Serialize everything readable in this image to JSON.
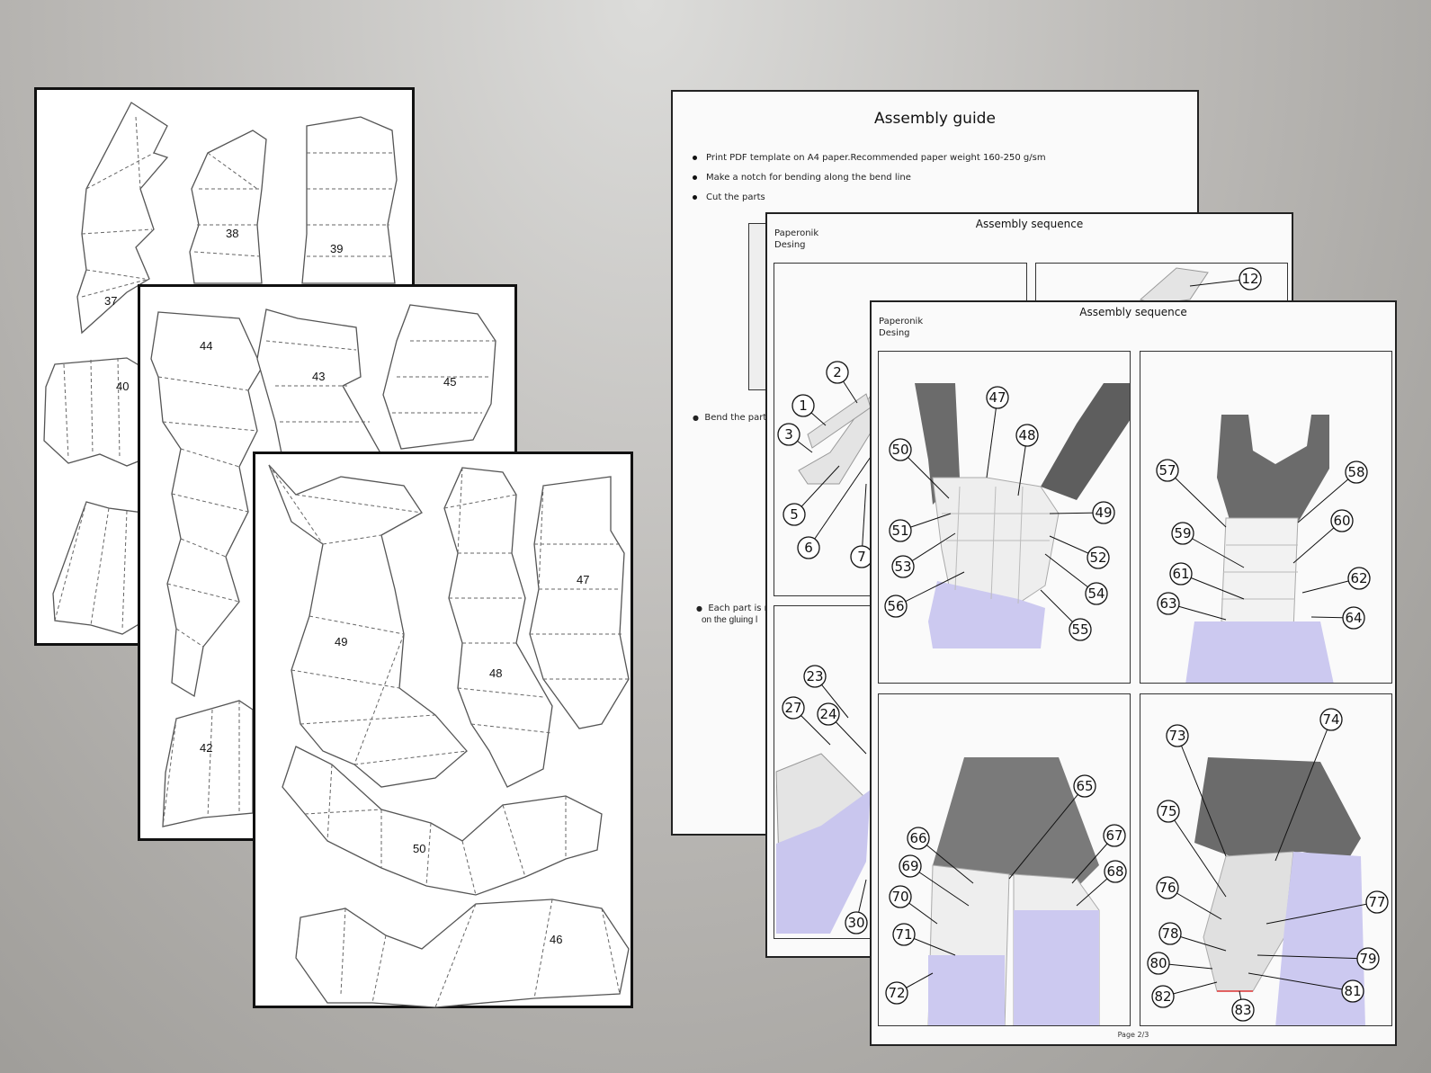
{
  "template_sheets": [
    {
      "parts": [
        "37",
        "38",
        "39",
        "40"
      ]
    },
    {
      "parts": [
        "44",
        "43",
        "45",
        "42"
      ]
    },
    {
      "parts": [
        "49",
        "48",
        "47",
        "50",
        "46"
      ]
    }
  ],
  "guide": {
    "title": "Assembly guide",
    "bullets": [
      "Print PDF template on A4 paper.Recommended paper weight 160-250 g/sm",
      "Make a notch for bending along the bend line",
      "Cut the parts"
    ],
    "bend_text": "Bend the part",
    "each_part_text": "Each part is n",
    "gluing_text": "on the gluing l"
  },
  "sequence_page_1": {
    "title": "Assembly sequence",
    "brand_line1": "Paperonik",
    "brand_line2": "Desing",
    "callouts": [
      "12",
      "2",
      "1",
      "3",
      "5",
      "6",
      "7",
      "23",
      "27",
      "24",
      "30"
    ]
  },
  "sequence_page_2": {
    "title": "Assembly sequence",
    "brand_line1": "Paperonik",
    "brand_line2": "Desing",
    "page_number": "Page 2/3",
    "panels": [
      {
        "callouts": [
          "47",
          "48",
          "50",
          "49",
          "51",
          "53",
          "52",
          "54",
          "56",
          "55"
        ]
      },
      {
        "callouts": [
          "57",
          "58",
          "60",
          "59",
          "61",
          "62",
          "63",
          "64"
        ]
      },
      {
        "callouts": [
          "65",
          "66",
          "67",
          "69",
          "68",
          "70",
          "71",
          "72"
        ]
      },
      {
        "callouts": [
          "74",
          "73",
          "75",
          "76",
          "77",
          "78",
          "79",
          "80",
          "82",
          "81",
          "83"
        ]
      }
    ]
  },
  "colors": {
    "model_gray": "#6b6b6b",
    "model_light": "#e6e6e6",
    "model_purple": "#c9c6ee",
    "border": "#111111"
  }
}
